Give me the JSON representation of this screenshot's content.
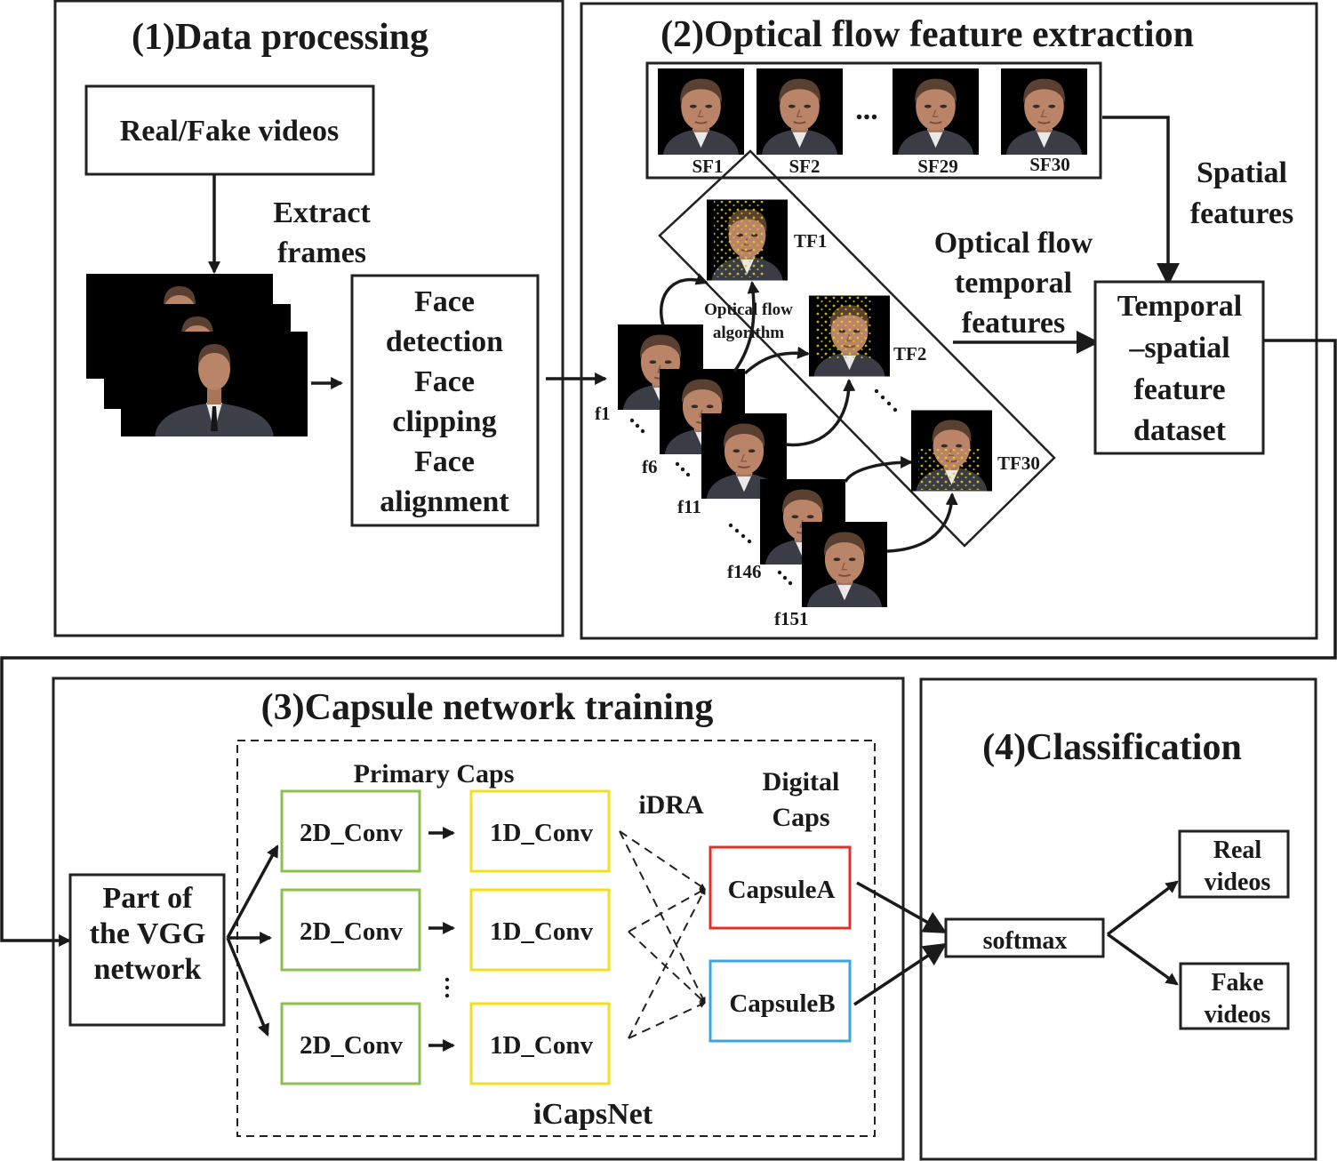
{
  "panels": {
    "p1_title": "(1)Data processing",
    "p2_title": "(2)Optical flow feature extraction",
    "p3_title": "(3)Capsule network training",
    "p4_title": "(4)Classification"
  },
  "p1": {
    "videos": "Real/Fake videos",
    "extract_1": "Extract",
    "extract_2": "frames",
    "face_lines": [
      "Face",
      "detection",
      "Face",
      "clipping",
      "Face",
      "alignment"
    ]
  },
  "p2": {
    "sf": [
      "SF1",
      "SF2",
      "SF29",
      "SF30"
    ],
    "ellipsis": "...",
    "tf": [
      "TF1",
      "TF2",
      "TF30"
    ],
    "frames": [
      "f1",
      "f6",
      "f11",
      "f146",
      "f151"
    ],
    "algo_1": "Optical flow",
    "algo_2": "algorithm",
    "spatial_1": "Spatial",
    "spatial_2": "features",
    "temporal_1": "Optical flow",
    "temporal_2": "temporal",
    "temporal_3": "features",
    "dataset_lines": [
      "Temporal",
      "–spatial",
      "feature",
      "dataset"
    ]
  },
  "p3": {
    "vgg_lines": [
      "Part of",
      "the VGG",
      "network"
    ],
    "primary_caps": "Primary Caps",
    "conv2d": "2D_Conv",
    "conv1d": "1D_Conv",
    "idra": "iDRA",
    "digital_1": "Digital",
    "digital_2": "Caps",
    "capsule_a": "CapsuleA",
    "capsule_b": "CapsuleB",
    "icapsnet": "iCapsNet"
  },
  "p4": {
    "softmax": "softmax",
    "real_1": "Real",
    "real_2": "videos",
    "fake_1": "Fake",
    "fake_2": "videos"
  },
  "colors": {
    "conv2d_border": "#8cc152",
    "conv1d_border": "#f2e020",
    "capsule_a_border": "#e0302a",
    "capsule_b_border": "#3aa6dd",
    "frame_bg": "#000000",
    "suit": "#3a3d45",
    "skin": "#b98468",
    "hair": "#5a4030",
    "flow_dots": "#e6d21a"
  },
  "icons": [
    "face-thumbnail",
    "optical-flow-overlay",
    "arrow",
    "ellipsis-dots"
  ]
}
